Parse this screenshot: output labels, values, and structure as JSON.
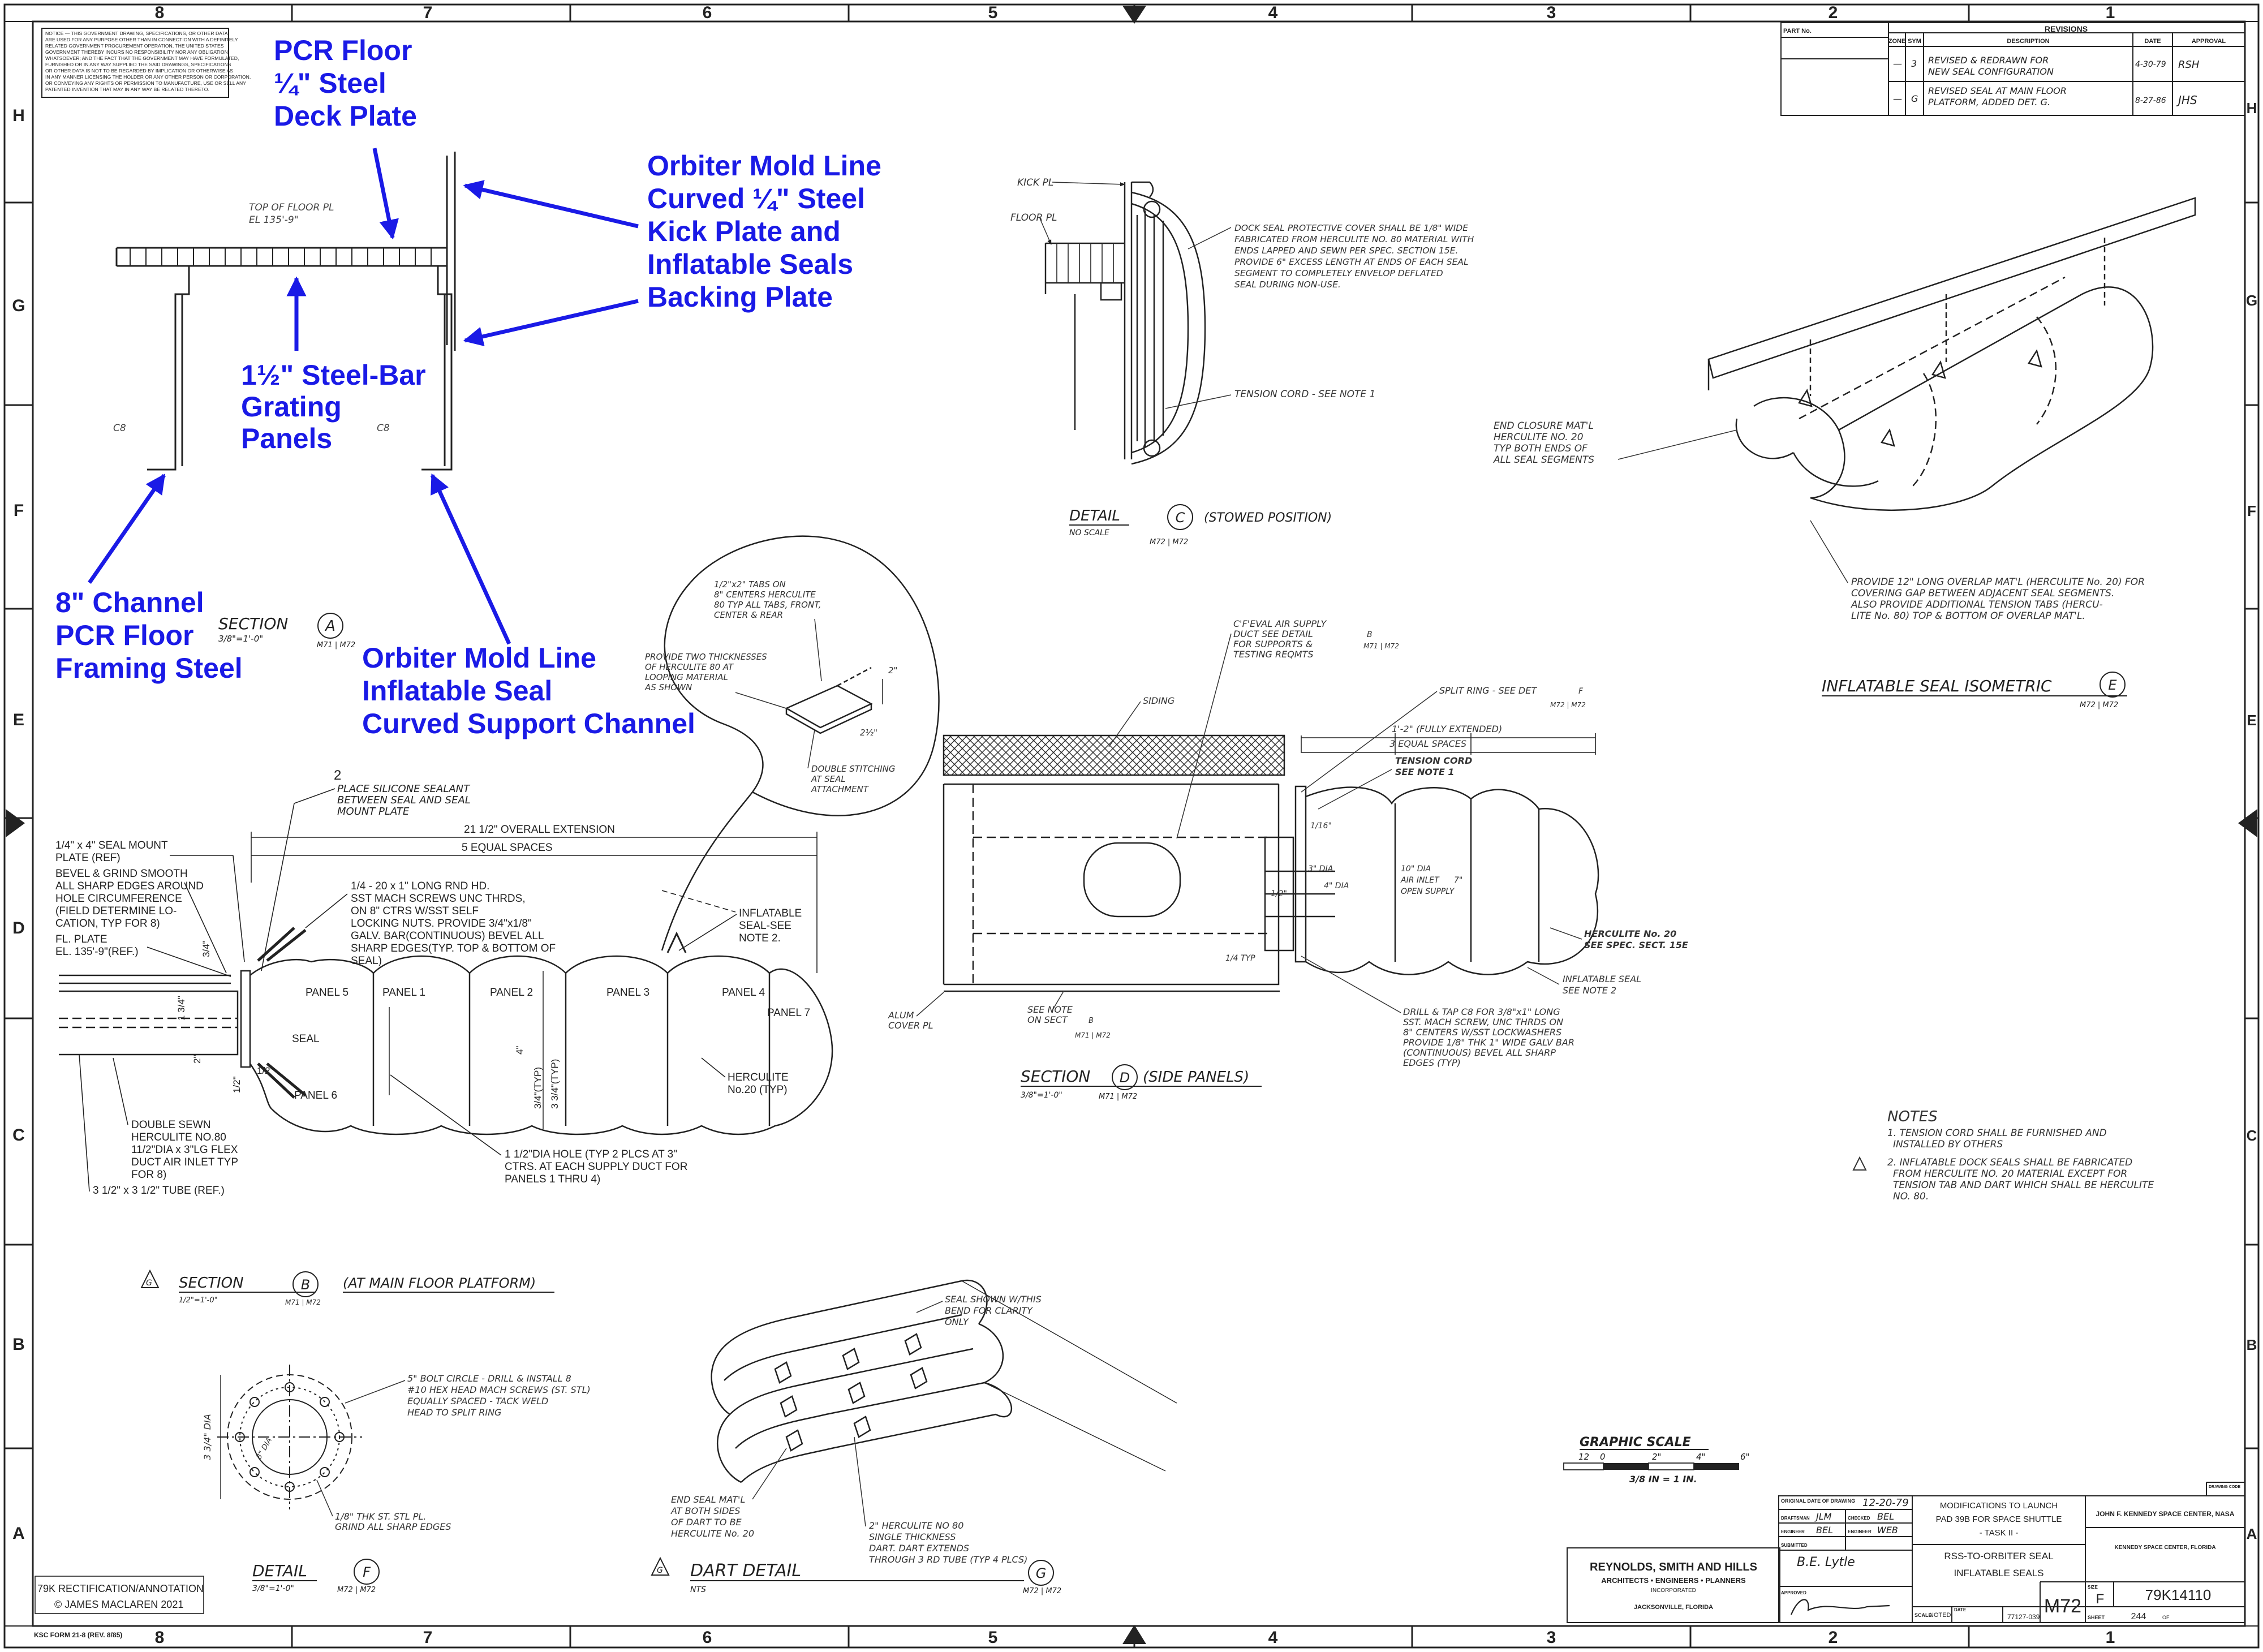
{
  "zones_top": [
    "8",
    "7",
    "6",
    "5",
    "4",
    "3",
    "2",
    "1"
  ],
  "zones_side": [
    "H",
    "G",
    "F",
    "E",
    "D",
    "C",
    "B",
    "A"
  ],
  "notice_lines": [
    "NOTICE — THIS GOVERNMENT DRAWING, SPECIFICATIONS, OR OTHER DATA",
    "ARE USED FOR ANY PURPOSE OTHER THAN IN CONNECTION WITH A DEFINITELY",
    "RELATED GOVERNMENT PROCUREMENT OPERATION, THE UNITED STATES",
    "GOVERNMENT THEREBY INCURS NO RESPONSIBILITY NOR ANY OBLIGATION",
    "WHATSOEVER; AND THE FACT THAT THE GOVERNMENT MAY HAVE FORMULATED,",
    "FURNISHED OR IN ANY WAY SUPPLIED THE SAID DRAWINGS, SPECIFICATIONS",
    "OR OTHER DATA IS NOT TO BE REGARDED BY IMPLICATION OR OTHERWISE AS",
    "IN ANY MANNER LICENSING THE HOLDER OR ANY OTHER PERSON OR CORPORATION,",
    "OR CONVEYING ANY RIGHTS OR PERMISSION TO MANUFACTURE, USE OR SELL ANY",
    "PATENTED INVENTION THAT MAY IN ANY WAY BE RELATED THERETO."
  ],
  "annotations": {
    "pcr_floor": [
      "PCR Floor",
      "¼\" Steel",
      "Deck Plate"
    ],
    "orbiter_kick": [
      "Orbiter Mold Line",
      "Curved ¼\" Steel",
      "Kick Plate and",
      "Inflatable Seals",
      "Backing Plate"
    ],
    "grating": [
      "1½\" Steel-Bar",
      "Grating",
      "Panels"
    ],
    "channel": [
      "8\" Channel",
      "PCR Floor",
      "Framing Steel"
    ],
    "orbiter_support": [
      "Orbiter Mold Line",
      "Inflatable Seal",
      "Curved Support Channel"
    ]
  },
  "section_a": {
    "top_floor": "TOP OF FLOOR PL",
    "elevation": "EL 135'-9\"",
    "cb_left": "C8",
    "cb_right": "C8",
    "title": "SECTION",
    "letter": "A",
    "scale": "3/8\"=1'-0\"",
    "ref": "M71 | M72"
  },
  "revisions": {
    "part_no": "PART No.",
    "header": "REVISIONS",
    "cols": [
      "ZONE",
      "SYM",
      "DESCRIPTION",
      "DATE",
      "APPROVAL"
    ],
    "rows": [
      {
        "zone": "—",
        "sym": "3",
        "desc1": "REVISED & REDRAWN FOR",
        "desc2": "NEW SEAL CONFIGURATION",
        "date": "4-30-79",
        "appr": "RSH"
      },
      {
        "zone": "—",
        "sym": "G",
        "desc1": "REVISED SEAL AT MAIN FLOOR",
        "desc2": "PLATFORM, ADDED DET. G.",
        "date": "8-27-86",
        "appr": "JHS"
      }
    ]
  },
  "detail_c": {
    "kick_pl": "KICK PL",
    "floor_pl": "FLOOR PL",
    "note_cover": [
      "DOCK SEAL PROTECTIVE COVER SHALL BE 1/8\" WIDE",
      "FABRICATED FROM HERCULITE NO. 80 MATERIAL WITH",
      "ENDS LAPPED AND SEWN PER SPEC. SECTION 15E.",
      "PROVIDE 6\" EXCESS LENGTH AT ENDS OF EACH SEAL",
      "SEGMENT TO COMPLETELY ENVELOP DEFLATED",
      "SEAL DURING NON-USE."
    ],
    "tension": "TENSION CORD - SEE NOTE 1",
    "title": "DETAIL",
    "letter": "C",
    "stowed": "(STOWED POSITION)",
    "scale": "NO SCALE",
    "ref": "M72 | M72"
  },
  "isometric": {
    "end_closure": [
      "END CLOSURE MAT'L",
      "HERCULITE NO. 20",
      "TYP BOTH ENDS OF",
      "ALL SEAL SEGMENTS"
    ],
    "overlap": [
      "PROVIDE 12\" LONG OVERLAP MAT'L (HERCULITE No. 20) FOR",
      "COVERING GAP BETWEEN ADJACENT SEAL SEGMENTS.",
      "ALSO PROVIDE ADDITIONAL TENSION TABS (HERCU-",
      "LITE No. 80) TOP & BOTTOM OF OVERLAP MAT'L."
    ],
    "title": "INFLATABLE SEAL ISOMETRIC",
    "letter": "E",
    "ref": "M72 | M72"
  },
  "bubble": {
    "tabs": [
      "1/2\"x2\" TABS ON",
      "8\" CENTERS HERCULITE",
      "80 TYP ALL TABS, FRONT,",
      "CENTER & REAR"
    ],
    "thick": [
      "PROVIDE TWO THICKNESSES",
      "OF HERCULITE 80 AT",
      "LOOPING MATERIAL",
      "AS SHOWN"
    ],
    "dim_a": "2\"",
    "dim_b": "2½\"",
    "double": [
      "DOUBLE STITCHING",
      "AT SEAL",
      "ATTACHMENT"
    ]
  },
  "section_d": {
    "supply": [
      "C'F'EVAL AIR SUPPLY",
      "DUCT SEE DETAIL",
      "FOR SUPPORTS &",
      "TESTING REQMTS"
    ],
    "supply_letter": "B",
    "supply_ref": "M71 | M72",
    "siding": "SIDING",
    "split_ring": "SPLIT RING - SEE DET",
    "split_letter": "F",
    "split_ref": "M72 | M72",
    "fully": "1'-2\" (FULLY EXTENDED)",
    "equal": "3 EQUAL SPACES",
    "tension": [
      "TENSION CORD",
      "SEE NOTE 1"
    ],
    "herculite": [
      "HERCULITE No. 20",
      "SEE SPEC. SECT. 15E"
    ],
    "inflatable": [
      "INFLATABLE SEAL",
      "SEE NOTE 2"
    ],
    "drill": [
      "DRILL & TAP C8 FOR 3/8\"x1\" LONG",
      "SST. MACH SCREW, UNC THRDS ON",
      "8\" CENTERS W/SST LOCKWASHERS",
      "PROVIDE 1/8\" THK 1\" WIDE GALV BAR",
      "(CONTINUOUS) BEVEL ALL SHARP",
      "EDGES (TYP)"
    ],
    "see_note": [
      "SEE NOTE",
      "ON SECT"
    ],
    "see_letter": "B",
    "see_ref": "M71 | M72",
    "alum": [
      "ALUM",
      "COVER PL"
    ],
    "dims": [
      "1/16\"",
      "3\" DIA",
      "4\" DIA",
      "10\" DIA",
      "AIR INLET",
      "OPEN SUPPLY",
      "7\"",
      "1/2\"",
      "1/4 TYP"
    ],
    "title": "SECTION",
    "letter": "D",
    "side": "(SIDE PANELS)",
    "scale": "3/8\"=1'-0\"",
    "ref": "M71 | M72"
  },
  "seal_section": {
    "delta": "2",
    "place": [
      "PLACE SILICONE SEALANT",
      "BETWEEN SEAL AND SEAL",
      "MOUNT PLATE"
    ],
    "overall": "21 1/2\" OVERALL EXTENSION",
    "equal": "5 EQUAL SPACES",
    "plate": [
      "1/4\" x 4\" SEAL MOUNT",
      "PLATE (REF)"
    ],
    "bevel": [
      "BEVEL & GRIND SMOOTH",
      "ALL SHARP EDGES AROUND",
      "HOLE CIRCUMFERENCE",
      "(FIELD DETERMINE LO-",
      "CATION, TYP FOR 8)"
    ],
    "fl_plate": [
      "FL. PLATE",
      "EL. 135'-9\"(REF.)"
    ],
    "screws": [
      "1/4 - 20 x 1\" LONG RND HD.",
      "SST MACH SCREWS UNC THRDS,",
      "ON 8\" CTRS W/SST SELF",
      "LOCKING NUTS. PROVIDE 3/4\"x1/8\"",
      "GALV. BAR(CONTINUOUS) BEVEL ALL",
      "SHARP EDGES(TYP. TOP & BOTTOM OF",
      "SEAL)"
    ],
    "inflatable": [
      "INFLATABLE",
      "SEAL-SEE",
      "NOTE 2."
    ],
    "panels": [
      "PANEL 5",
      "PANEL 1",
      "PANEL 2",
      "PANEL 3",
      "PANEL 4",
      "PANEL 7",
      "PANEL 6"
    ],
    "seal": "SEAL",
    "herculite": [
      "HERCULITE",
      "No.20 (TYP)"
    ],
    "dims": [
      "3/4\"",
      "1 3/4\"",
      "2\"",
      "1/2\"",
      "4\"",
      "3/4\"(TYP)",
      "3 3/4\"(TYP)",
      "1/2\""
    ],
    "double": [
      "DOUBLE SEWN",
      "HERCULITE NO.80",
      "11/2\"DIA x 3\"LG FLEX",
      "DUCT AIR INLET TYP",
      "FOR 8)"
    ],
    "tube": "3 1/2\" x 3 1/2\" TUBE (REF.)",
    "hole": [
      "1 1/2\"DIA HOLE (TYP 2 PLCS AT 3\"",
      "CTRS. AT EACH SUPPLY DUCT FOR",
      "PANELS 1 THRU 4)"
    ]
  },
  "notes": {
    "title": "NOTES",
    "n1": [
      "1. TENSION CORD SHALL BE FURNISHED AND",
      "INSTALLED BY OTHERS"
    ],
    "n2": [
      "2. INFLATABLE DOCK SEALS SHALL BE FABRICATED",
      "FROM HERCULITE NO. 20 MATERIAL EXCEPT FOR",
      "TENSION TAB AND DART WHICH SHALL BE HERCULITE",
      "NO. 80."
    ]
  },
  "section_b": {
    "delta": "G",
    "title": "SECTION",
    "letter": "B",
    "sub": "(AT MAIN FLOOR PLATFORM)",
    "scale": "1/2\"=1'-0\"",
    "ref": "M71 | M72"
  },
  "detail_f": {
    "bolt": [
      "5\" BOLT CIRCLE - DRILL & INSTALL 8",
      "#10 HEX HEAD MACH SCREWS (ST. STL)",
      "EQUALLY SPACED - TACK WELD",
      "HEAD TO SPLIT RING"
    ],
    "thk": [
      "1/8\" THK ST. STL PL.",
      "GRIND ALL SHARP EDGES"
    ],
    "dia": "3 3/4\" DIA",
    "inner": "3\" DIA",
    "title": "DETAIL",
    "letter": "F",
    "scale": "3/8\"=1'-0\"",
    "ref": "M72 | M72"
  },
  "dart": {
    "seal_shown": [
      "SEAL SHOWN W/THIS",
      "BEND FOR CLARITY",
      "ONLY"
    ],
    "end_seal": [
      "END SEAL MAT'L",
      "AT BOTH SIDES",
      "OF DART TO BE",
      "HERCULITE No. 20"
    ],
    "herc80": [
      "2\" HERCULITE NO 80",
      "SINGLE THICKNESS",
      "DART. DART EXTENDS",
      "THROUGH 3 RD TUBE (TYP 4 PLCS)"
    ],
    "delta": "G",
    "title": "DART DETAIL",
    "letter": "G",
    "scale": "NTS",
    "ref": "M72 | M72"
  },
  "graphic_scale": {
    "title": "GRAPHIC SCALE",
    "ticks": [
      "12",
      "0",
      "2\"",
      "4\"",
      "6\""
    ],
    "caption": "3/8 IN = 1 IN."
  },
  "title_block": {
    "orig_label": "ORIGINAL DATE OF DRAWING",
    "orig_date": "12-20-79",
    "drafted_label": "DRAFTSMAN",
    "drafted": "JLM",
    "checked_label": "CHECKED",
    "checked": "BEL",
    "engr_label": "ENGINEER",
    "engr": "BEL",
    "engr2_label": "ENGINEER",
    "engr2": "WEB",
    "submitted_label": "SUBMITTED",
    "submitted": "B.E. Lytle",
    "approved_label": "APPROVED",
    "mods": [
      "MODIFICATIONS TO LAUNCH",
      "PAD 39B FOR SPACE SHUTTLE",
      "- TASK II -"
    ],
    "title1": "RSS-TO-ORBITER SEAL",
    "title2": "INFLATABLE SEALS",
    "center": "JOHN F. KENNEDY SPACE CENTER, NASA",
    "center2": "KENNEDY SPACE CENTER, FLORIDA",
    "firm1": "REYNOLDS, SMITH AND HILLS",
    "firm2": "ARCHITECTS • ENGINEERS • PLANNERS",
    "firm3": "INCORPORATED",
    "firm4": "JACKSONVILLE, FLORIDA",
    "scale_label": "SCALE",
    "scale": "NOTED",
    "date_label": "DATE",
    "job": "77127-039",
    "sheet_no": "M72",
    "size_label": "SIZE",
    "size": "F",
    "code_label": "DRAWING CODE",
    "code": "79K14110",
    "sheet_label": "SHEET",
    "sheet": "244",
    "of_label": "OF"
  },
  "footer": {
    "rect1": "79K RECTIFICATION/ANNOTATION",
    "rect2": "© JAMES MACLAREN 2021",
    "form": "KSC FORM 21-8 (REV. 8/85)"
  },
  "colors": {
    "ink": "#222222",
    "annotation": "#1a1ae6"
  }
}
